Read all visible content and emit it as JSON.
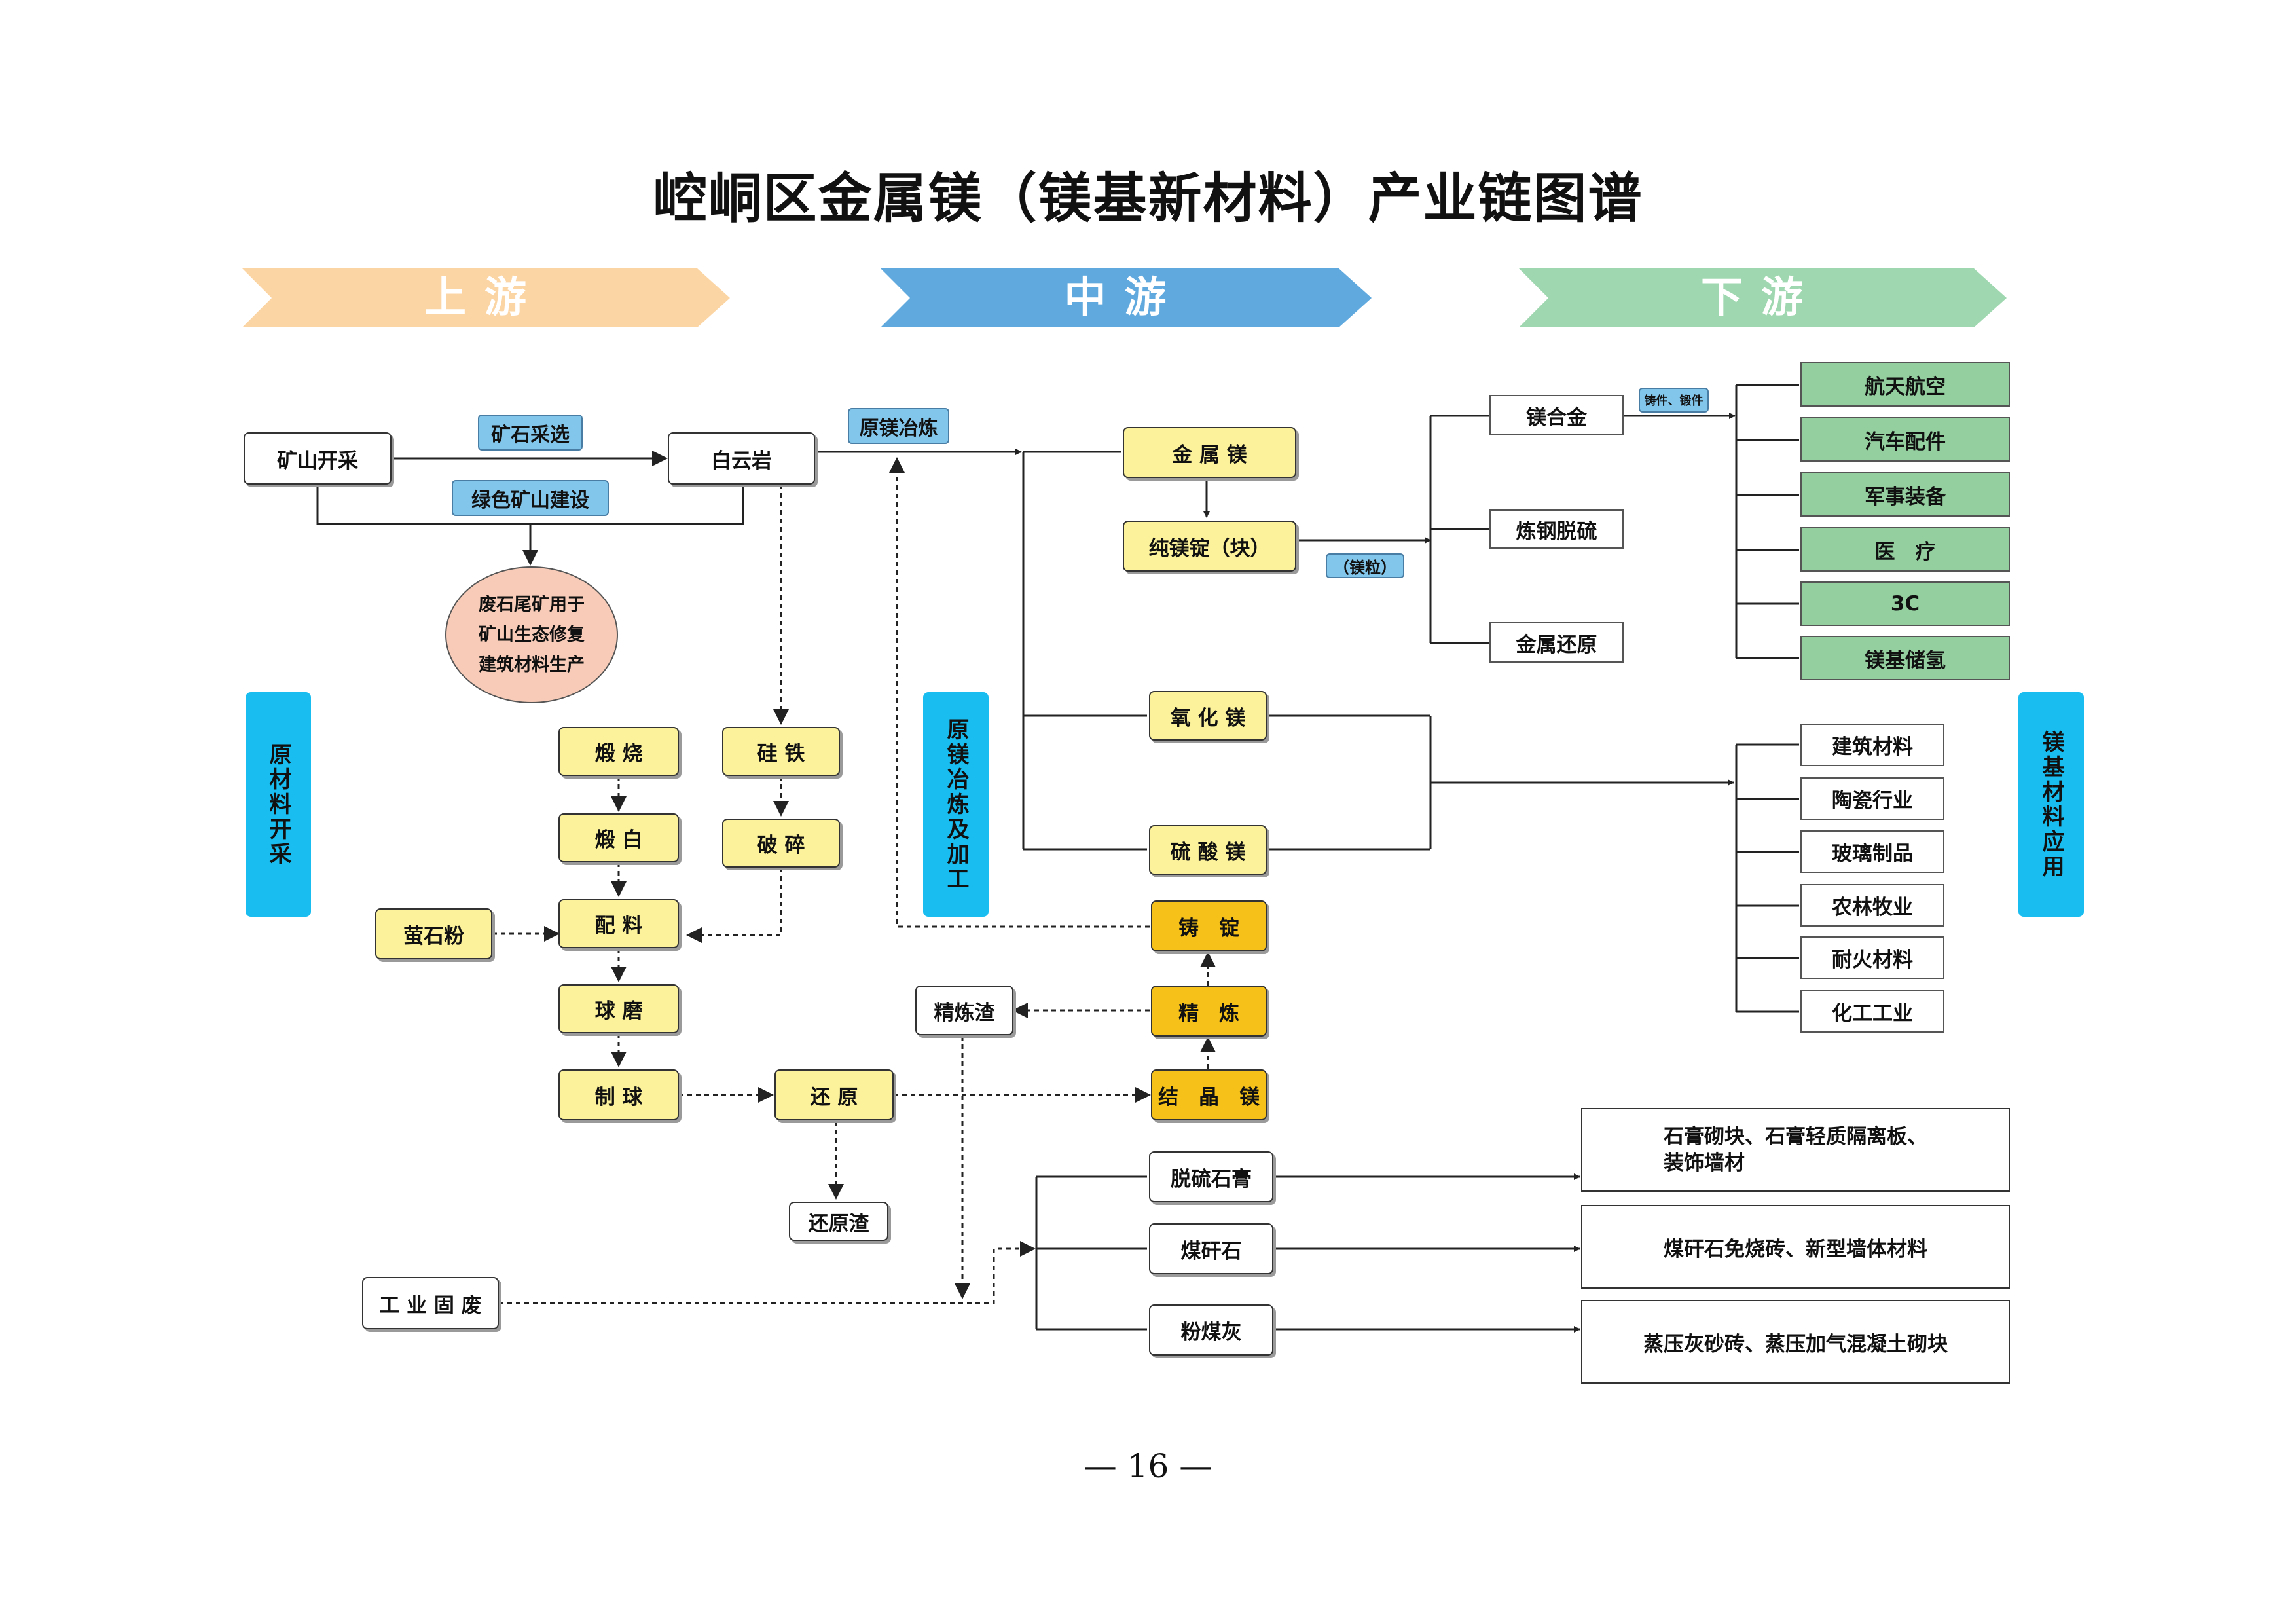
{
  "title": "崆峒区金属镁（镁基新材料）产业链图谱",
  "page_number": "— 16 —",
  "stages": {
    "upstream": "上游",
    "midstream": "中游",
    "downstream": "下游"
  },
  "colors": {
    "upstream": "#fcd5a4",
    "midstream": "#5fa9de",
    "downstream": "#9fd8b0",
    "side_bar": "#19bdf0",
    "yellow_box": "#fbf29b",
    "orange_box": "#f6c21a",
    "green_box": "#93cf9f",
    "blue_label": "#82c6ec",
    "ellipse": "#f7cbb7"
  },
  "side_labels": {
    "raw": "原材料开采",
    "smelting": "原镁冶炼及加工",
    "application": "镁基材料应用"
  },
  "upstream": {
    "mining": "矿山开采",
    "ore_dressing": "矿石采选",
    "green_mine": "绿色矿山建设",
    "dolomite": "白云岩",
    "waste_reuse": "废石尾矿用于\n矿山生态修复\n建筑材料生产"
  },
  "process": {
    "calcination": "煅 烧",
    "calcined_white": "煅 白",
    "ferrosilicon": "硅 铁",
    "crushing": "破 碎",
    "fluorite": "萤石粉",
    "batching": "配 料",
    "ball_milling": "球 磨",
    "pelletizing": "制 球",
    "reduction": "还 原",
    "reduction_slag": "还原渣",
    "industrial_waste": "工 业 固 废"
  },
  "midstream": {
    "smelting_label": "原镁冶炼",
    "metal_mg": "金 属 镁",
    "pure_ingot": "纯镁锭（块）",
    "mg_particle": "（镁粒）",
    "mgo": "氧 化 镁",
    "mgso4": "硫 酸 镁",
    "casting": "铸　锭",
    "refining": "精　炼",
    "crystal_mg": "结　晶　镁",
    "refining_slag": "精炼渣",
    "fgd_gypsum": "脱硫石膏",
    "coal_gangue": "煤矸石",
    "fly_ash": "粉煤灰"
  },
  "downstream": {
    "mg_alloy": "镁合金",
    "forging_label": "铸件、锻件",
    "steel_desulf": "炼钢脱硫",
    "metal_reduction": "金属还原",
    "alloy_apps": [
      "航天航空",
      "汽车配件",
      "军事装备",
      "医　疗",
      "3C",
      "镁基储氢"
    ],
    "oxide_apps": [
      "建筑材料",
      "陶瓷行业",
      "玻璃制品",
      "农林牧业",
      "耐火材料",
      "化工工业"
    ],
    "gypsum_product": "石膏砌块、石膏轻质隔离板、\n装饰墙材",
    "gangue_product": "煤矸石免烧砖、新型墙体材料",
    "flyash_product": "蒸压灰砂砖、蒸压加气混凝土砌块"
  }
}
